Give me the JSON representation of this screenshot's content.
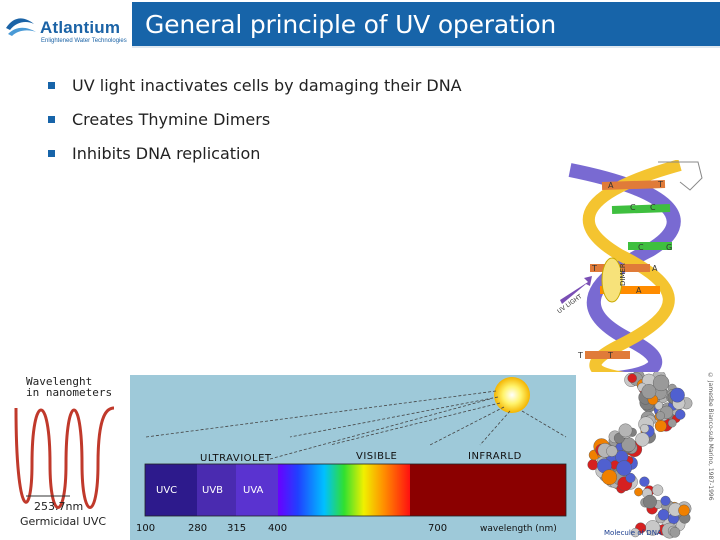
{
  "header": {
    "logo_name": "Atlantium",
    "logo_tagline": "Enlightened Water Technologies",
    "title": "General principle of UV operation"
  },
  "bullets": [
    "UV light inactivates cells by damaging their DNA",
    "Creates Thymine Dimers",
    "Inhibits DNA replication"
  ],
  "dna_figure": {
    "base_labels": [
      "A",
      "T",
      "C",
      "C",
      "C",
      "G",
      "T",
      "A",
      "A",
      "T",
      "T"
    ],
    "dimer_label": "DIMER",
    "uv_label": "UV LIGHT"
  },
  "wavelength_figure": {
    "label_line1": "Wavelenght",
    "label_line2": "in nanometers",
    "value": "253.7nm",
    "caption": "Germicidal UVC"
  },
  "spectrum": {
    "regions": {
      "ultraviolet": "ULTRAVIOLET",
      "visible": "VISIBLE",
      "infrared": "INFRARLD"
    },
    "bands": [
      "UVC",
      "UVB",
      "UVA"
    ],
    "ticks": [
      "100",
      "280",
      "315",
      "400",
      "700"
    ],
    "axis_label": "wavelength (nm)",
    "colors": {
      "background": "#9ec9d9",
      "uvc": "#2d1a8c",
      "uvb": "#4a2bb0",
      "uva": "#5a33d0",
      "infrared": "#8b0000"
    }
  },
  "molecule_caption": "Molecule of DNA",
  "side_credit": "© Jamesbe Bianco-sub Marino, 1987-1996"
}
